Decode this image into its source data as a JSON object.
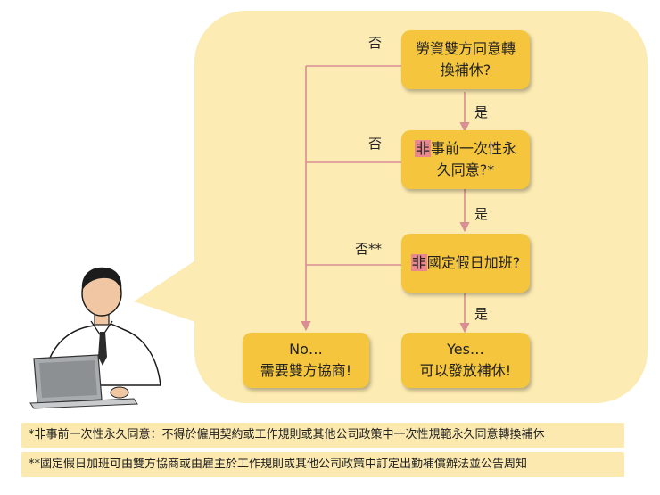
{
  "flowchart": {
    "box1": {
      "line1": "勞資雙方同意轉",
      "line2": "換補休?"
    },
    "box2": {
      "hl": "非",
      "line1_rest": "事前一次性永",
      "line2": "久同意?*"
    },
    "box3": {
      "hl": "非",
      "rest": "國定假日加班?"
    },
    "box_no": {
      "line1": "No…",
      "line2": "需要雙方協商!"
    },
    "box_yes": {
      "line1": "Yes…",
      "line2": "可以發放補休!"
    },
    "labels": {
      "yes1": "是",
      "yes2": "是",
      "yes3": "是",
      "no1": "否",
      "no2": "否",
      "no3": "否**"
    }
  },
  "notes": {
    "note1": "*非事前一次性永久同意：不得於僱用契約或工作規則或其他公司政策中一次性規範永久同意轉換補休",
    "note2": "**國定假日加班可由雙方協商或由雇主於工作規則或其他公司政策中訂定出勤補償辦法並公告周知"
  },
  "colors": {
    "bubble": "#fcebb3",
    "box": "#f4c53d",
    "arrow": "#d98e93",
    "highlight": "#e9868e",
    "note_bg": "#fbe9b0"
  }
}
